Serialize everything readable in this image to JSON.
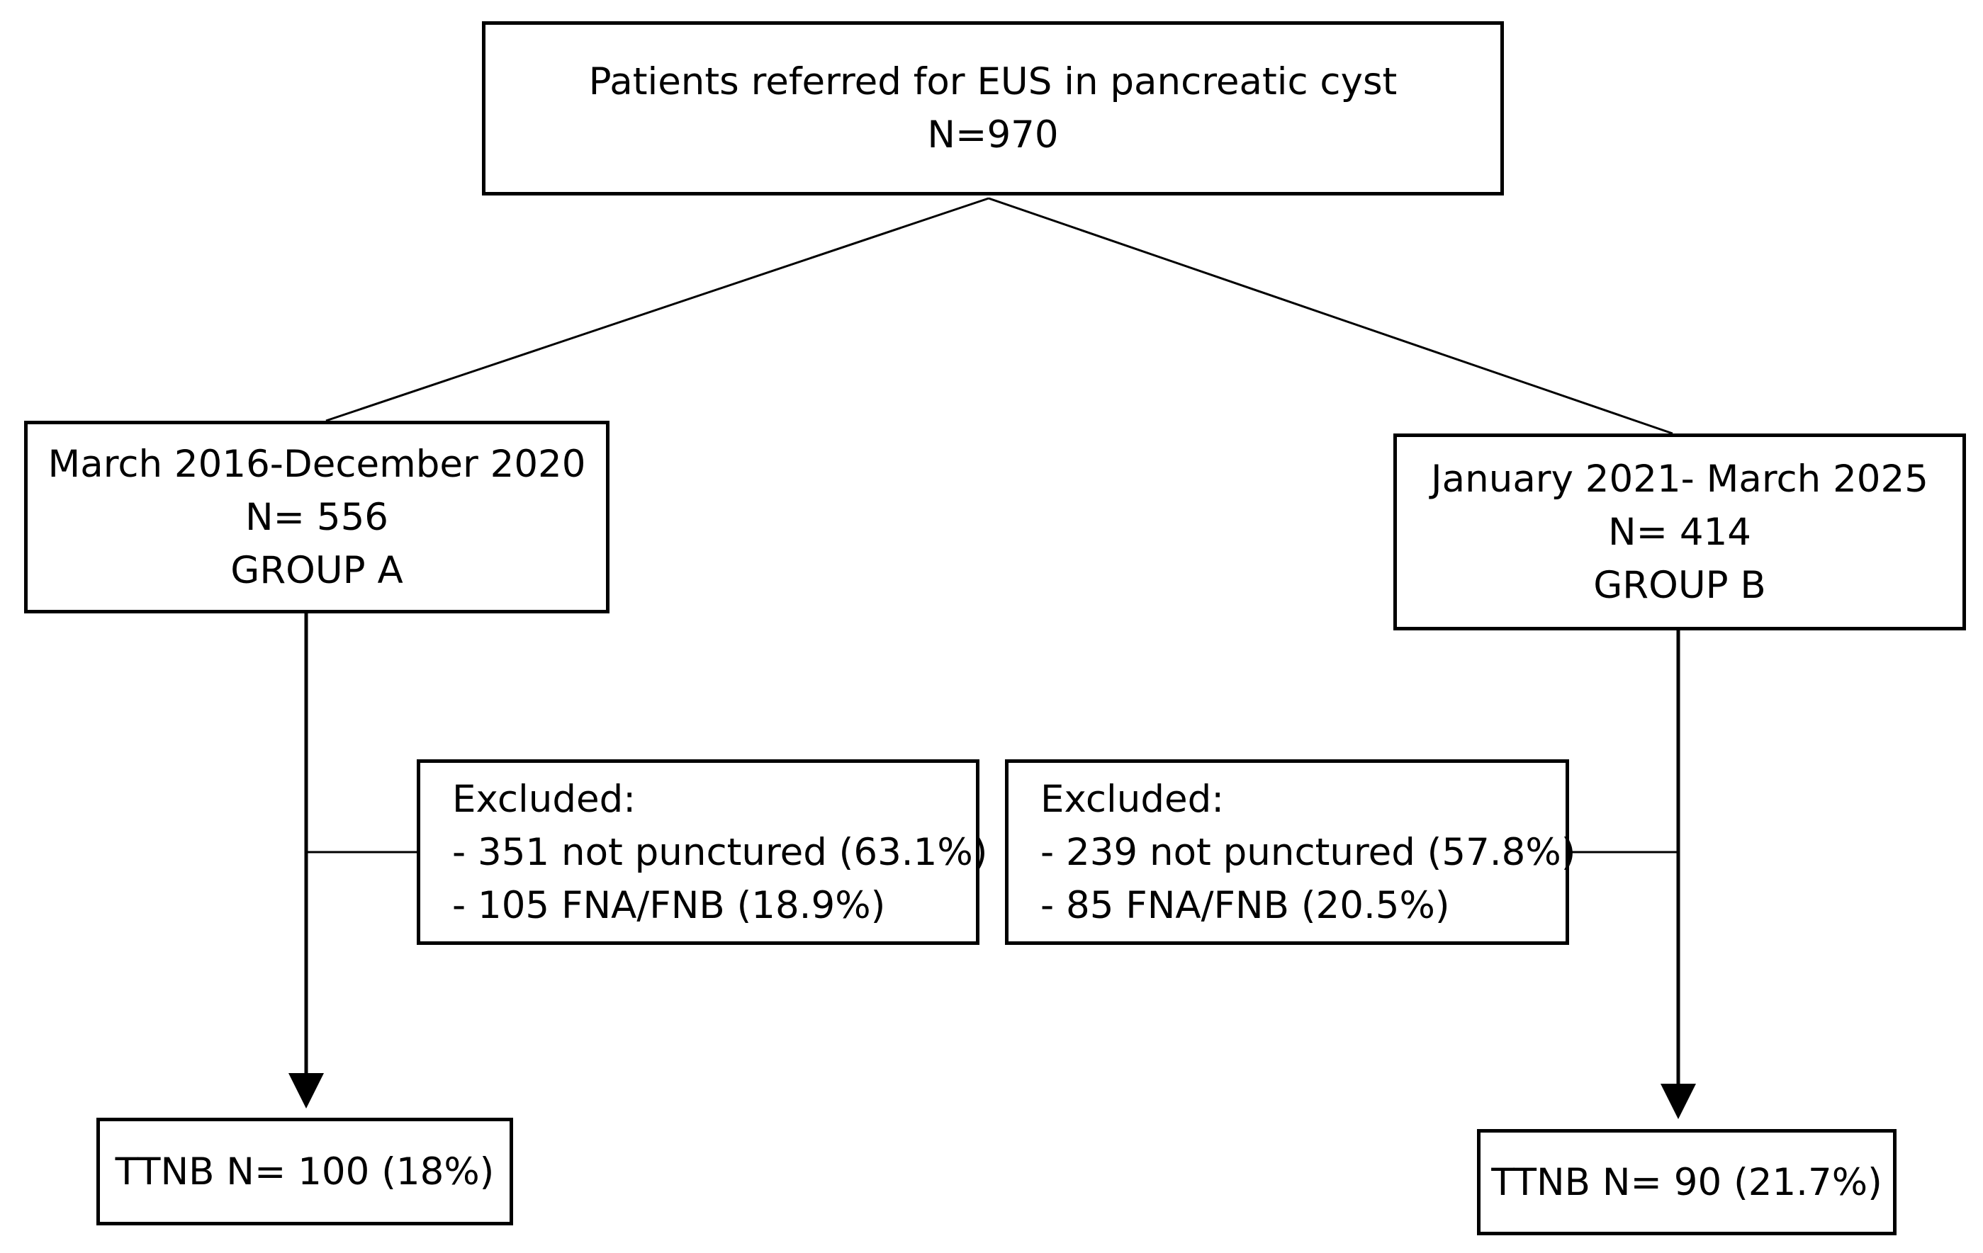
{
  "top_box": {
    "line1": "Patients referred for EUS in pancreatic cyst",
    "line2": "N=970"
  },
  "group_a": {
    "period": "March 2016-December 2020",
    "count": "N= 556",
    "label": "GROUP A"
  },
  "group_b": {
    "period": "January 2021- March 2025",
    "count": "N= 414",
    "label": "GROUP B"
  },
  "excluded_a": {
    "heading": "Excluded:",
    "item1": "- 351 not punctured (63.1%)",
    "item2": "- 105 FNA/FNB (18.9%)"
  },
  "excluded_b": {
    "heading": "Excluded:",
    "item1": "- 239 not punctured (57.8%)",
    "item2": "- 85 FNA/FNB (20.5%)"
  },
  "result_a": {
    "text": "TTNB N= 100 (18%)"
  },
  "result_b": {
    "text": "TTNB N= 90 (21.7%)"
  },
  "colors": {
    "line": "#000000",
    "background": "#ffffff"
  }
}
